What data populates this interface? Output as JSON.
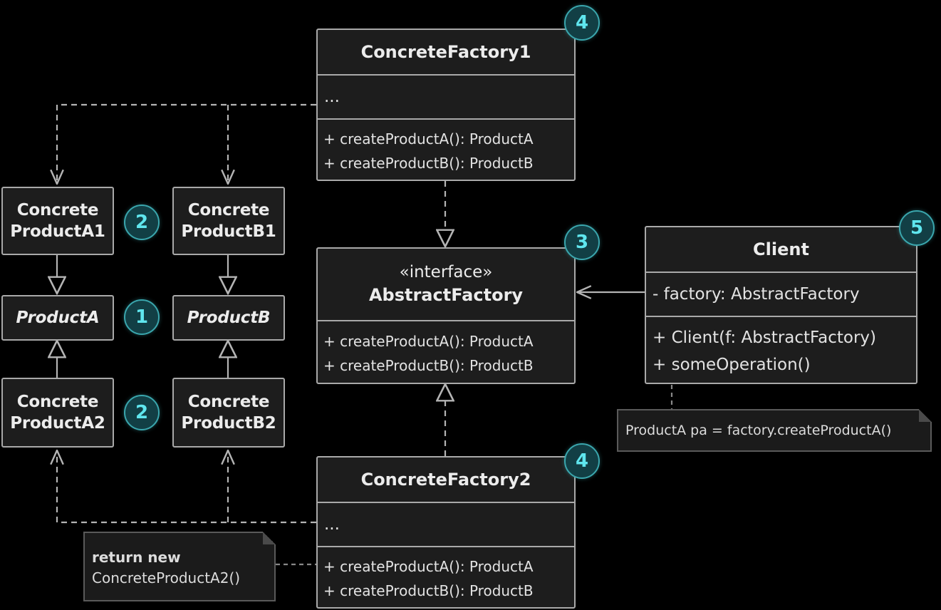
{
  "colors": {
    "background": "#000000",
    "box_fill": "#1d1d1d",
    "box_border": "#a9a9a9",
    "badge_fill": "#123f45",
    "badge_text": "#5fe6ee",
    "line": "#b4b4b4"
  },
  "factory1": {
    "title": "ConcreteFactory1",
    "fields": "...",
    "methods": [
      "+ createProductA(): ProductA",
      "+ createProductB(): ProductB"
    ]
  },
  "factory2": {
    "title": "ConcreteFactory2",
    "fields": "...",
    "methods": [
      "+ createProductA(): ProductA",
      "+ createProductB(): ProductB"
    ]
  },
  "abstract_factory": {
    "stereotype": "«interface»",
    "title": "AbstractFactory",
    "methods": [
      "+ createProductA(): ProductA",
      "+ createProductB(): ProductB"
    ]
  },
  "client": {
    "title": "Client",
    "fields": "- factory: AbstractFactory",
    "methods": [
      "+ Client(f: AbstractFactory)",
      "+ someOperation()"
    ]
  },
  "products": {
    "a1": [
      "Concrete",
      "ProductA1"
    ],
    "b1": [
      "Concrete",
      "ProductB1"
    ],
    "a": "ProductA",
    "b": "ProductB",
    "a2": [
      "Concrete",
      "ProductA2"
    ],
    "b2": [
      "Concrete",
      "ProductB2"
    ]
  },
  "badges": {
    "factory1": "4",
    "product1": "2",
    "product_a": "1",
    "product2": "2",
    "abstract": "3",
    "client": "5",
    "factory2": "4"
  },
  "notes": {
    "client": "ProductA pa = factory.createProductA()",
    "factory2_line1": "return new",
    "factory2_line2": "ConcreteProductA2()"
  }
}
